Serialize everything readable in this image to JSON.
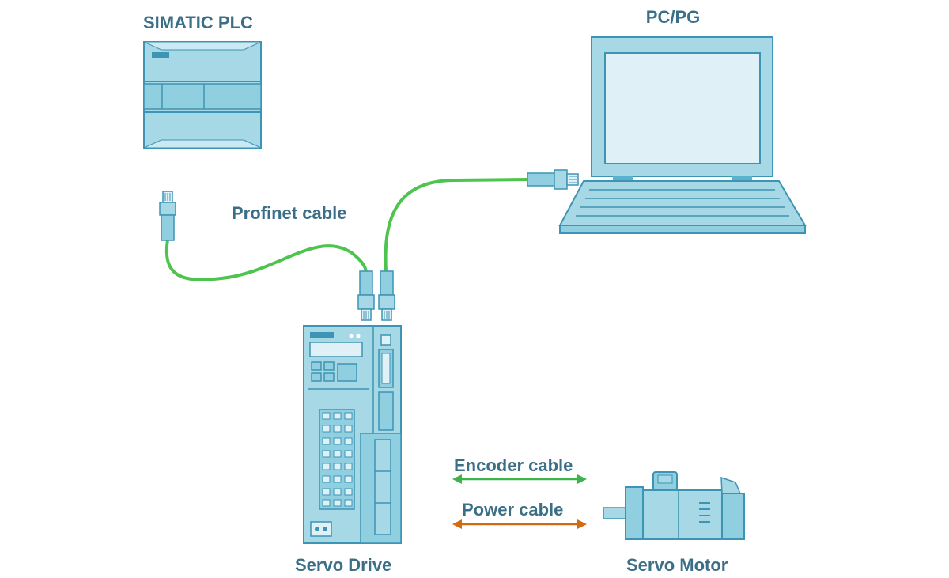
{
  "labels": {
    "plc": "SIMATIC PLC",
    "pc": "PC/PG",
    "profinet": "Profinet cable",
    "drive": "Servo Drive",
    "encoder": "Encoder cable",
    "power": "Power cable",
    "motor": "Servo Motor"
  },
  "colors": {
    "device_fill": "#a7d8e6",
    "device_stroke": "#3e94b4",
    "device_dark": "#5bb2cf",
    "screen": "#dff1f7",
    "profinet_cable": "#4dc44d",
    "encoder_arrow": "#3cb44a",
    "power_arrow": "#d5690e",
    "label_text": "#3b6f87"
  }
}
